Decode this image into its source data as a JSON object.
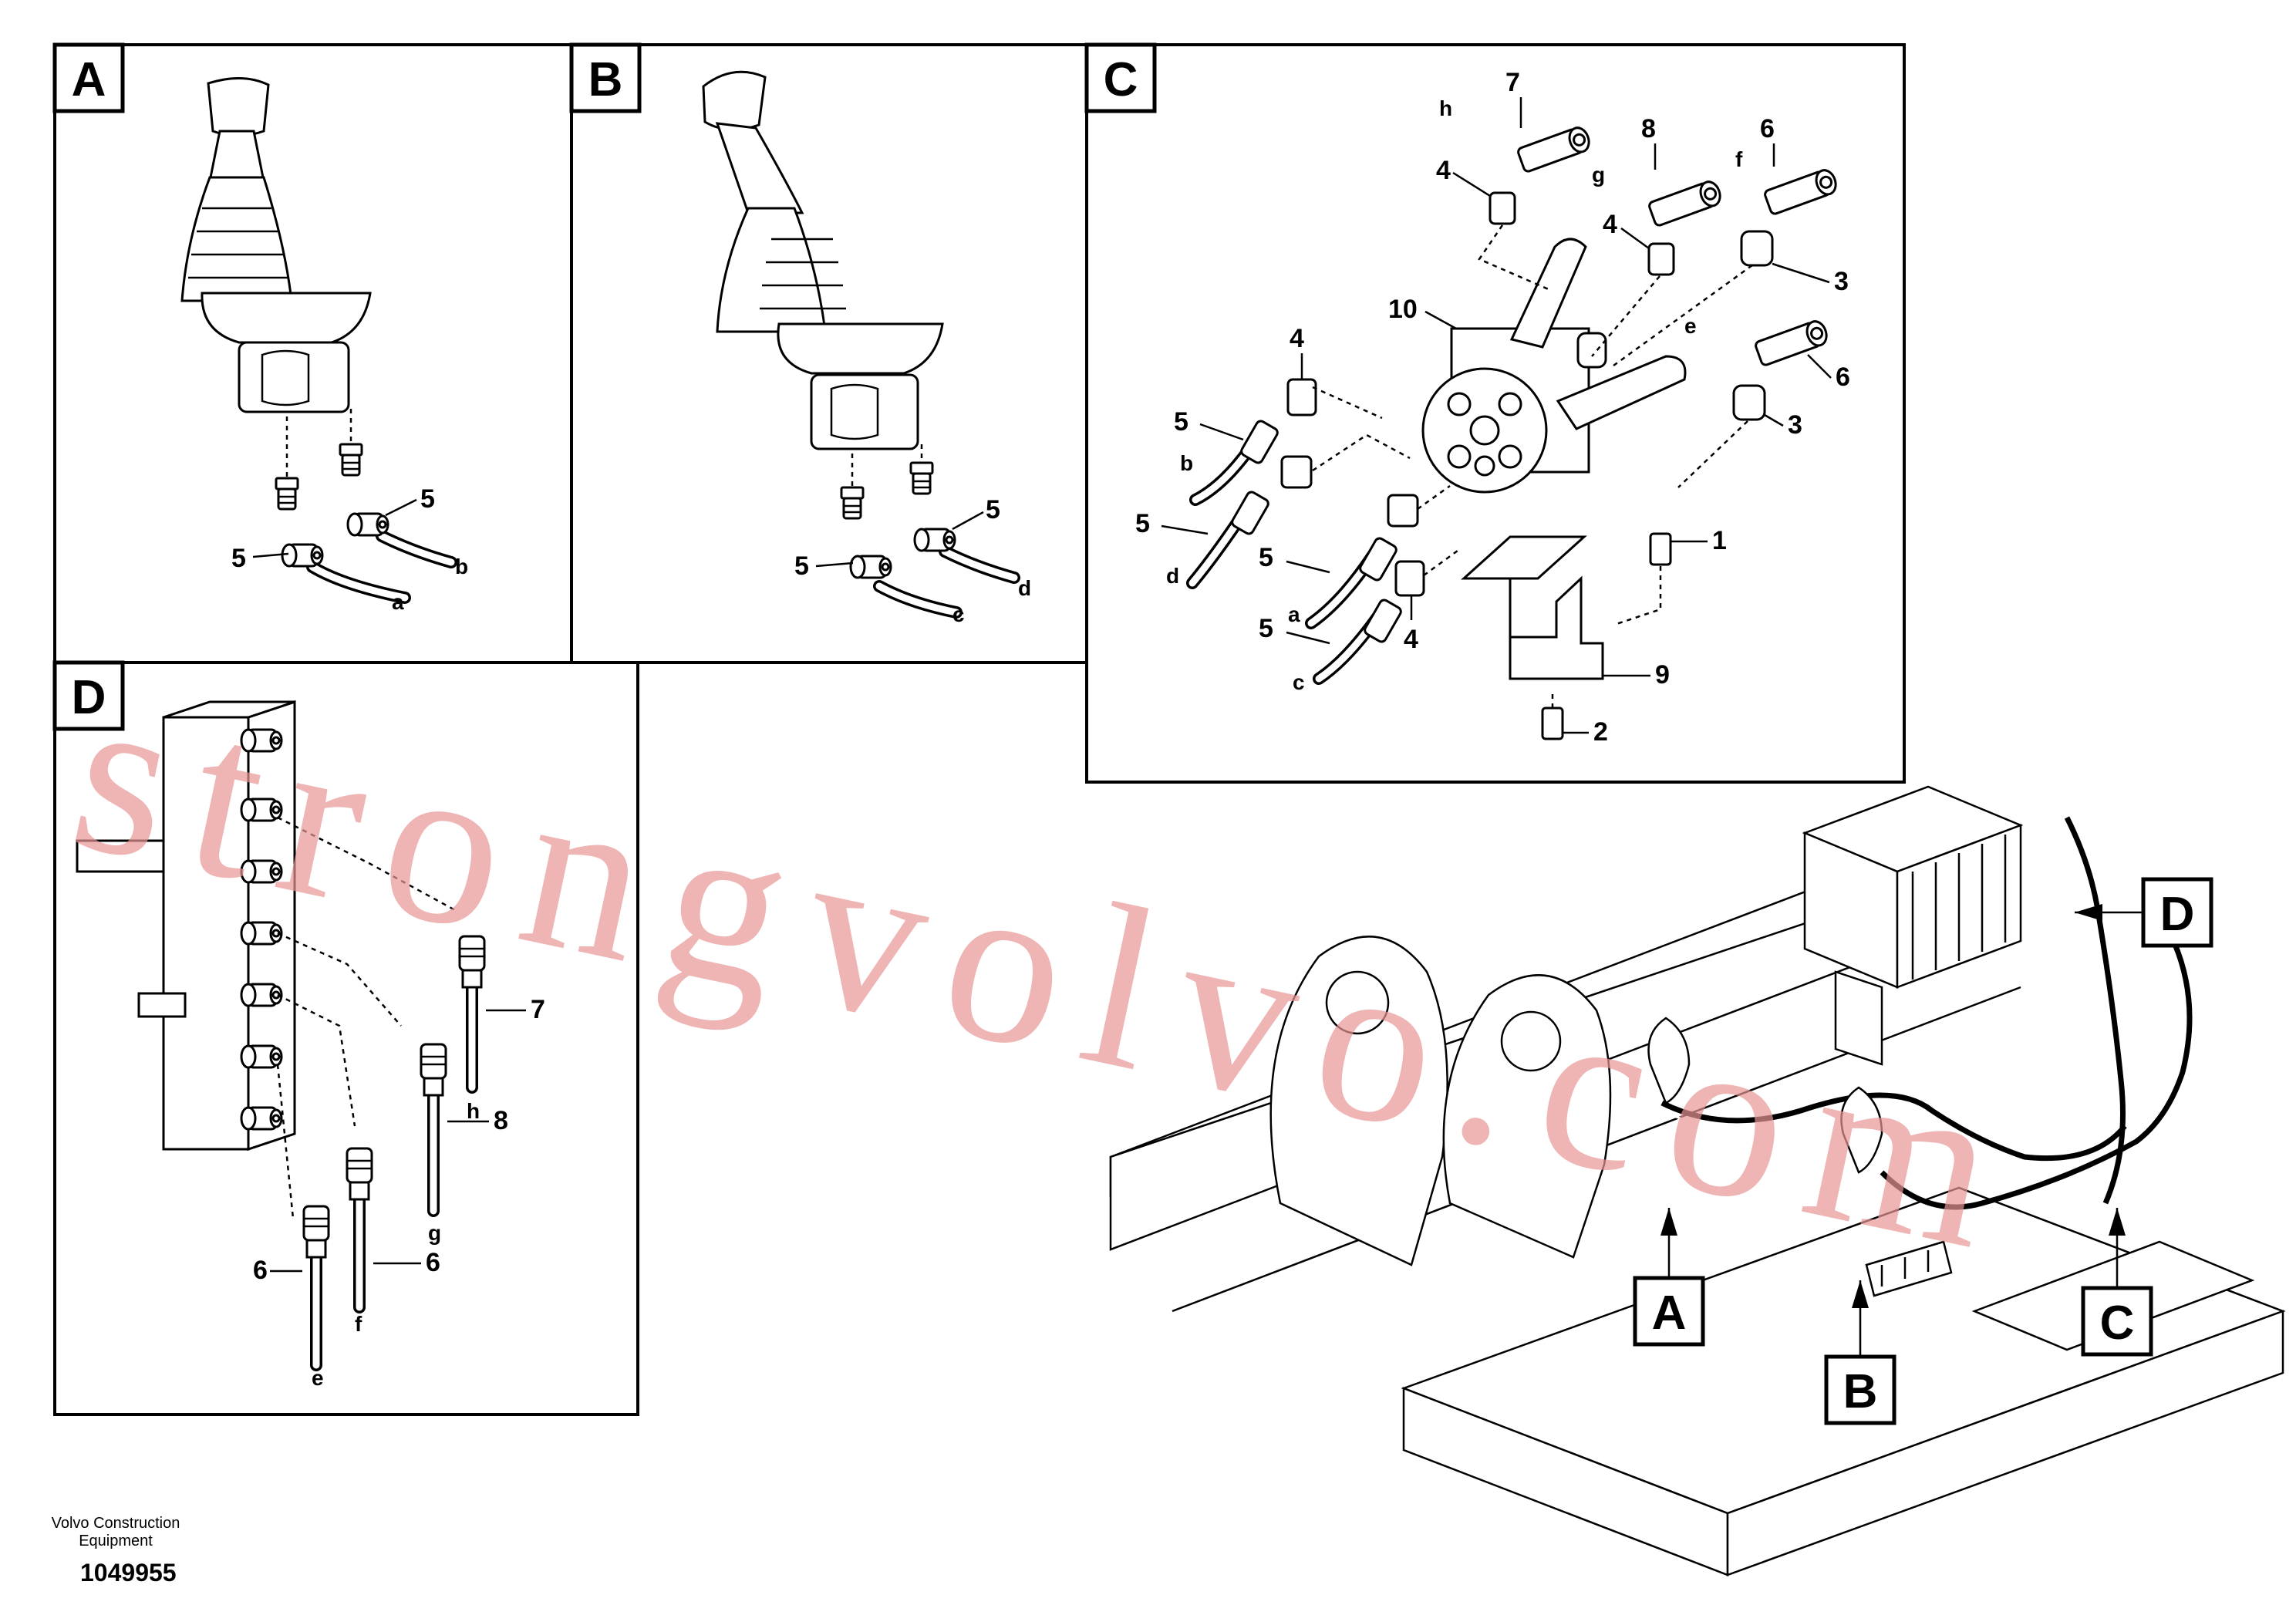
{
  "panels": {
    "A": {
      "tag": "A",
      "callouts": [
        "5",
        "5"
      ],
      "hose_labels": [
        "a",
        "b"
      ]
    },
    "B": {
      "tag": "B",
      "callouts": [
        "5",
        "5"
      ],
      "hose_labels": [
        "c",
        "d"
      ]
    },
    "C": {
      "tag": "C",
      "callouts": [
        "7",
        "8",
        "6",
        "4",
        "4",
        "3",
        "10",
        "6",
        "4",
        "3",
        "5",
        "5",
        "5",
        "5",
        "1",
        "4",
        "9",
        "2"
      ],
      "hose_labels": [
        "h",
        "g",
        "f",
        "e",
        "b",
        "d",
        "a",
        "c"
      ]
    },
    "D": {
      "tag": "D",
      "callouts": [
        "7",
        "8",
        "6",
        "6"
      ],
      "hose_labels": [
        "h",
        "g",
        "f",
        "e"
      ]
    }
  },
  "overview": {
    "tags": [
      "D",
      "A",
      "B",
      "C"
    ]
  },
  "watermark": "strongvolvo.com",
  "footer": {
    "company_line1": "Volvo Construction",
    "company_line2": "Equipment",
    "drawing_number": "1049955"
  }
}
